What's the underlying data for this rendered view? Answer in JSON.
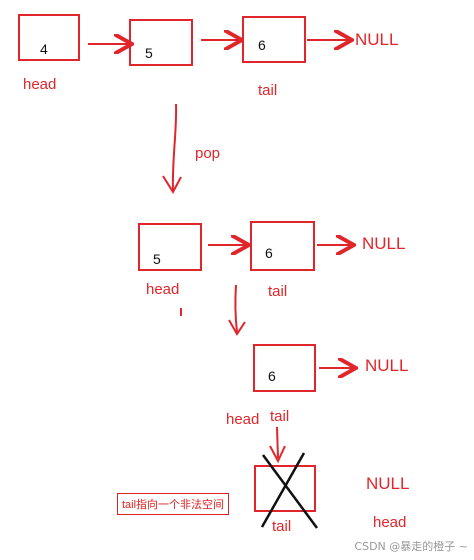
{
  "colors": {
    "ink_red": "#e0262b",
    "ink_black": "#111111",
    "watermark_gray": "#999999"
  },
  "row1": {
    "node_values": [
      "4",
      "5",
      "6"
    ],
    "null_label": "NULL",
    "head_label": "head",
    "tail_label": "tail"
  },
  "operation_label": "pop",
  "row2": {
    "node_values": [
      "5",
      "6"
    ],
    "null_label": "NULL",
    "head_label": "head",
    "tail_label": "tail"
  },
  "row3": {
    "node_value": "6",
    "null_label": "NULL",
    "head_label": "head",
    "tail_label": "tail"
  },
  "row4": {
    "null_label": "NULL",
    "tail_label": "tail",
    "head_label": "head",
    "crossed_out": true
  },
  "annotation": "tail指向一个非法空间",
  "watermark": "CSDN @暴走的橙子 ~"
}
